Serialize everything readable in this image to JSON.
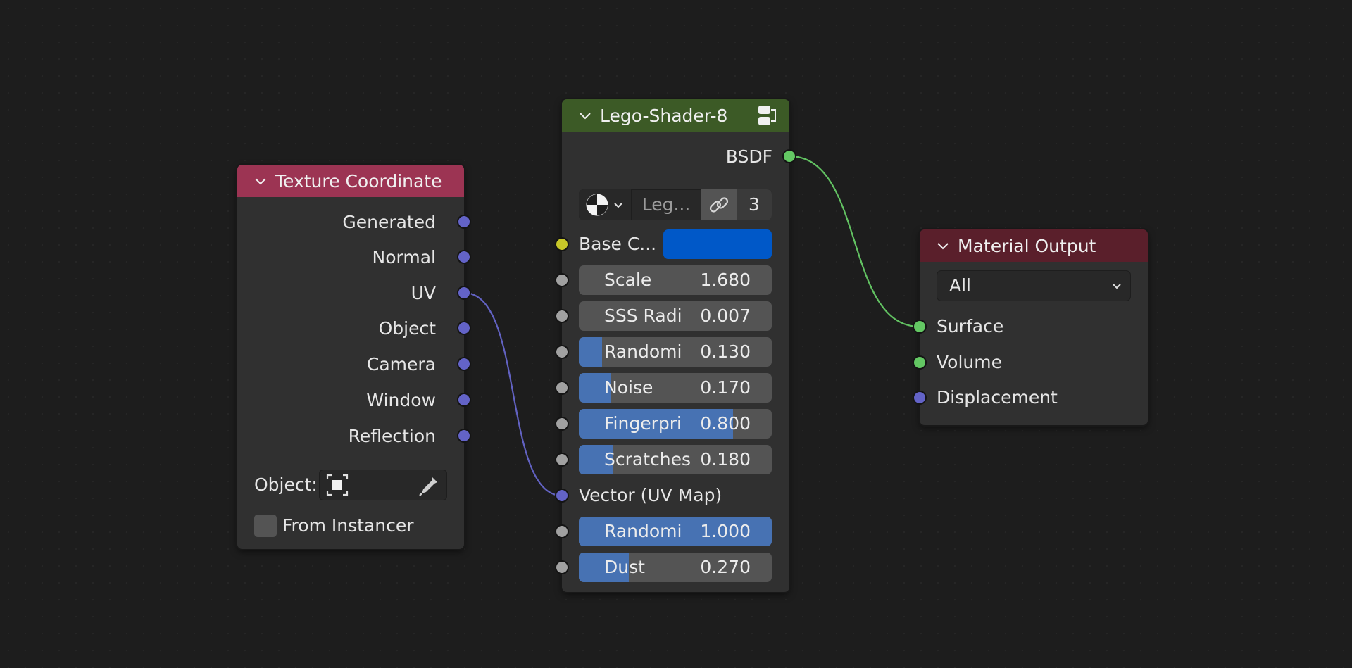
{
  "texture_coordinate": {
    "title": "Texture Coordinate",
    "outputs": [
      "Generated",
      "Normal",
      "UV",
      "Object",
      "Camera",
      "Window",
      "Reflection"
    ],
    "object_label": "Object:",
    "from_instancer_label": "From Instancer",
    "from_instancer_checked": false
  },
  "lego_shader": {
    "title": "Lego-Shader-8",
    "output_label": "BSDF",
    "datablock_name": "Leg...",
    "users_count": "3",
    "base_color_label": "Base C...",
    "base_color_value": "#0058c8",
    "sliders": [
      {
        "label": "Scale",
        "value": "1.680",
        "fraction": 0
      },
      {
        "label": "SSS Radi",
        "value": "0.007",
        "fraction": 0
      },
      {
        "label": "Randomi",
        "value": "0.130",
        "fraction": 0.13
      },
      {
        "label": "Noise",
        "value": "0.170",
        "fraction": 0.17
      },
      {
        "label": "Fingerpri",
        "value": "0.800",
        "fraction": 0.8
      },
      {
        "label": "Scratches",
        "value": "0.180",
        "fraction": 0.18
      }
    ],
    "vector_label": "Vector (UV Map)",
    "sliders_bottom": [
      {
        "label": "Randomi",
        "value": "1.000",
        "fraction": 1.0
      },
      {
        "label": "Dust",
        "value": "0.270",
        "fraction": 0.27
      }
    ]
  },
  "material_output": {
    "title": "Material Output",
    "target_selected": "All",
    "inputs": [
      "Surface",
      "Volume",
      "Displacement"
    ]
  },
  "colors": {
    "header_texture": "#9c3453",
    "header_group": "#3c5a26",
    "header_output": "#5a1f2b",
    "link_uv": "#6262c2",
    "link_bsdf": "#62c262"
  }
}
